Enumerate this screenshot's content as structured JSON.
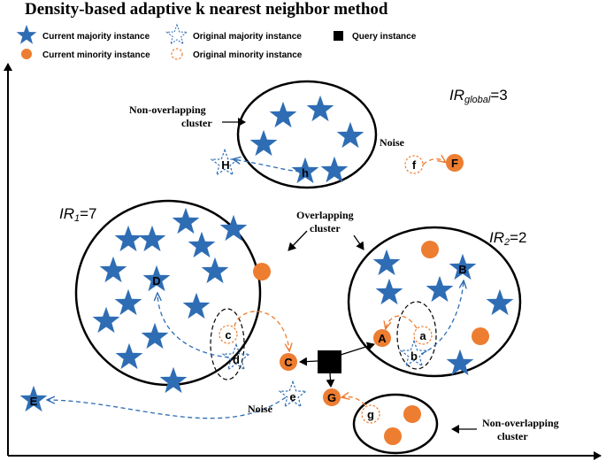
{
  "title": "Density-based adaptive  k nearest neighbor method",
  "colors": {
    "majority": "#2E6DB4",
    "minority": "#ED7D31",
    "query": "#000000"
  },
  "legend": {
    "current_majority": "Current majority instance",
    "original_majority": "Original majority instance",
    "query": "Query instance",
    "current_minority": "Current minority instance",
    "original_minority": "Original minority instance"
  },
  "ir_global": {
    "prefix": "IR",
    "sub": "global",
    "value": "=3"
  },
  "ir1": {
    "prefix": "IR",
    "sub": "1",
    "value": "=7"
  },
  "ir2": {
    "prefix": "IR",
    "sub": "2",
    "value": "=2"
  },
  "labels": {
    "non_overlapping_top_1": "Non-overlapping",
    "non_overlapping_top_2": "cluster",
    "overlapping_1": "Overlapping",
    "overlapping_2": "cluster",
    "non_overlapping_bottom_1": "Non-overlapping",
    "non_overlapping_bottom_2": "cluster",
    "noise_top": "Noise",
    "noise_bottom": "Noise"
  },
  "points": {
    "H": "H",
    "h": "h",
    "f": "f",
    "F": "F",
    "D": "D",
    "c": "c",
    "d": "d",
    "C": "C",
    "A": "A",
    "a": "a",
    "b": "b",
    "B": "B",
    "E": "E",
    "e": "e",
    "G": "G",
    "g": "g"
  }
}
